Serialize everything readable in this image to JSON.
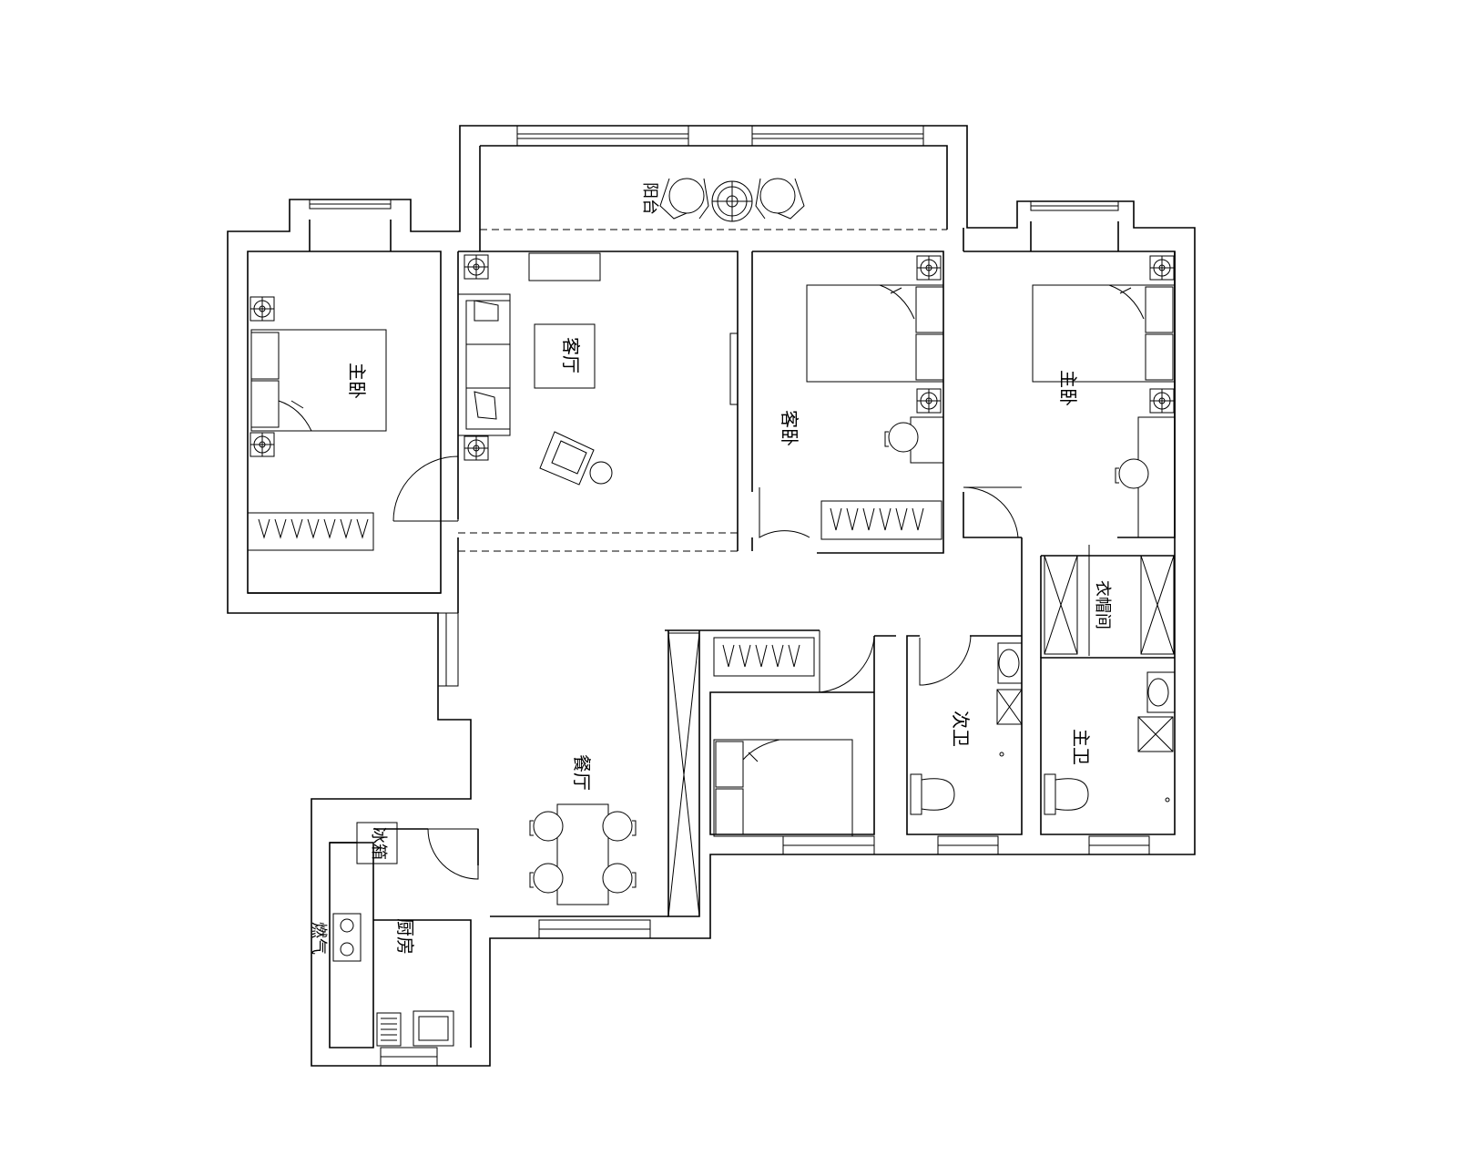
{
  "rooms": {
    "balcony": "阳台",
    "living_room": "客厅",
    "master_bedroom_left": "主卧",
    "guest_bedroom": "客卧",
    "master_bedroom_right": "主卧",
    "cloakroom": "衣帽间",
    "dining_room": "餐厅",
    "second_bathroom": "次卫",
    "master_bathroom": "主卫",
    "kitchen": "厨房"
  },
  "appliances": {
    "fridge": "冰箱",
    "gas": "燃气"
  },
  "colors": {
    "line": "#000000",
    "background": "#ffffff"
  }
}
